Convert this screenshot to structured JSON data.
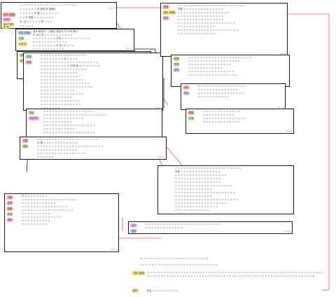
{
  "left_panel": {
    "rows": [
      {
        "label": "=",
        "text": "= = = = = = = = = = = = = = = = = = = ="
      },
      {
        "label": "미니",
        "text": "= = = = = ○ 의 맞춰 보 합했다"
      },
      {
        "label": "",
        "text": "= = = = = 드 뭘 = = = = = ="
      },
      {
        "label": "",
        "text": "= = 드 레벨 = = = = = = ="
      },
      {
        "label": "",
        "text": "도, 상 = = = = = 맞 = = ="
      },
      {
        "label": "",
        "text": "= = = = ="
      }
    ],
    "tags": [
      {
        "label": "공식 (설명)",
        "color": "red"
      },
      {
        "label": "스피드",
        "color": "pink"
      },
      {
        "label": "50 (기준)",
        "color": "yellow"
      },
      {
        "label": "운 전",
        "color": "green"
      }
    ],
    "stamp": "10:17"
  },
  "panel_a": {
    "rows": [
      "결과 봤었다 -- 있음은 했었고 다 크게 좋아~",
      "도 (도) 적 = = = = = = = = = =",
      "= = = = = = = = 지역 = = = = = = = = = =",
      "= = = = = = = = = = = =",
      "= = = = = = = = 도 빛. 이 = = =",
      "= = = = = = = = = = ="
    ],
    "tags": [
      {
        "label": "사진 (모음)",
        "color": "blue"
      },
      {
        "label": "주제",
        "color": "green"
      },
      {
        "label": "소개 단",
        "color": "yellow"
      }
    ],
    "stamp": "10:17"
  },
  "panel_b": {
    "rows": [
      "[개인] = = = = = = = = = =",
      "= = = = = = = = = = =",
      "다음 = 일 = = = =",
      "= = = = = = = = = =",
      "= = = = = = = = = = ="
    ],
    "tags": [
      {
        "label": "재미 (영역)",
        "color": "green"
      },
      {
        "label": "중요",
        "color": "yellow"
      }
    ],
    "stamp": "10:17"
  },
  "panel_c": {
    "rows": [
      "= = = = = = = = = = = = = = = =",
      "= = = = = = = = 야 = = = =",
      "= = = = = = = = = = = = = = = = = = = =",
      "= = = = = = = = = = (구체 화 =) = = = = = =",
      "= = = = = = = = = = = = = = = =",
      "= = = = = = = = = = = = =",
      "= = = = = = = = = = = = = =",
      "= = = = = = = = = = = = = = =",
      "= = = = = = = = = = = = = = = = =",
      "= = = = = = = = = = = = = = = = = =",
      "= = = = = = = = = = = =",
      "= = = = = = = = = = = = = = =",
      "= = = = = = = = = = =",
      "= = = = = = = = = = = = = =",
      "= = = = = = = = = = = = = =",
      "= = = = = = ="
    ],
    "tags": [
      {
        "label": "주제",
        "color": "teal"
      },
      {
        "label": "기대",
        "color": "red"
      }
    ],
    "stamp": "10:27"
  },
  "panel_d": {
    "rows": [
      "= = = = = = = = = = = = = = = = = =",
      "= = = = = = = = = = = = = = = = = = = = = =",
      "= = = = = = = = = = = = = =",
      "= = = = = = = = = =",
      "= = = = = = = = = = = = = = = = = =",
      "= = = = = = = = = = =",
      "= = = = = = = = = = = = = = = = = ="
    ],
    "tags": [
      {
        "label": "대상",
        "color": "green"
      },
      {
        "label": "가리키다",
        "color": "pink"
      }
    ],
    "stamp": "10:30"
  },
  "panel_e": {
    "rows": [
      "= = = = = = = = = = = = = = = = = = = = =",
      "다 뭘 = = = = = = = = = = = =",
      "= = = = = = = = = = = = = = = = = = = = = = =",
      "= = = = = = = = = = = = = =",
      "= = = = = = = = = = = = = = = = =",
      "= = = = = ="
    ],
    "tags": [
      {
        "label": "기준",
        "color": "red"
      },
      {
        "label": "알림",
        "color": "green"
      }
    ],
    "stamp": "10:31"
  },
  "right_main": {
    "rows": [
      "= = = = = = = = = = = = = = = = = = = = = = =",
      "다음 = = = = = = = = = = = = = =",
      "= = = = = = = = = = = = = = = = = =",
      "= = = = = = = = = = = = = = = =",
      "= = = = = = = = = = = = = = = =",
      "= = = = = = = = = = = = = = = = = = = =",
      "= = = = = = = = = = = = =",
      "= = = = = = = = = = = = = = = = = = = = =",
      "= = = = = = = = = = = = ="
    ],
    "tags": [
      {
        "label": "문제",
        "color": "red"
      },
      {
        "label": "결과 (목록)",
        "color": "yellow"
      },
      {
        "label": "정의",
        "color": "pink"
      }
    ],
    "stamp": "10:23"
  },
  "right_sub1": {
    "rows": [
      "= = = = = = = = = = = = = = = = = = = = = =",
      "= = = = = = = = = = = = = = = = = =",
      "= = = = = = = = = = = = = = =",
      "= = = = = = = = = = = =",
      "= = = = = = = = = = = = = = = =",
      "= = = = = = = = = = = = = = = = ="
    ],
    "tags": [
      {
        "label": "문맥",
        "color": "orange"
      },
      {
        "label": "목록",
        "color": "green"
      },
      {
        "label": "분리",
        "color": "lav"
      }
    ],
    "stamp": "10:24"
  },
  "right_sub2": {
    "rows": [
      "= = = = = = = = = = = = = = = = =",
      "= = = = = = = = = = = = = =",
      "= = = = = = = = = = = = = = = =",
      "= = = = = = = = = = ="
    ],
    "tags": [
      {
        "label": "요소",
        "color": "red"
      },
      {
        "label": "부분",
        "color": "lav"
      }
    ],
    "stamp": "10:25"
  },
  "right_sub3": {
    "rows": [
      "= = = = = = = = = = = = =",
      "= = = = = = = = = = =",
      "= = = = = = = = = = = = = = =",
      "= = = = = = = = = = = = ="
    ],
    "tags": [
      {
        "label": "제외",
        "color": "red"
      },
      {
        "label": "주제",
        "color": "green"
      }
    ],
    "stamp": "10:26"
  },
  "bottom_list": {
    "rows": [
      "다 = = = = = = = =",
      "= = = = = = = = = = = = = = = = = = =",
      "= = = = = = = = = = = =",
      "= = = = = = = = = = = = = = = =",
      "= = = = = = = = = = = = = = = = = =",
      "= = = = = = = = = =",
      "= = = = = = = = = = = = = =",
      "= = = = = = = = = =",
      "= = = = = = = = ="
    ],
    "tags": [
      {
        "label": "기준",
        "color": "red"
      },
      {
        "label": "분류",
        "color": "pink"
      },
      {
        "label": "대상",
        "color": "red"
      },
      {
        "label": "문제",
        "color": "green"
      },
      {
        "label": "정리",
        "color": "pink"
      }
    ],
    "stamp": "10:33"
  },
  "bottom_mid": {
    "rows": [
      "= = = = = = = = = = = = = = = = = = = = = = = = = =",
      "= = = = = = = = = = = = ="
    ],
    "tags": [
      {
        "label": "공식",
        "color": "pink"
      },
      {
        "label": "정리",
        "color": "blue"
      }
    ],
    "stamp": "10:35"
  },
  "footer": {
    "line1": "(= = = = = = = = = = = = = = = = = = = = = = =)",
    "line2": "= = = = = = = = = = = = = = = = = = = = = = = = = = =",
    "note_tag": "기준 (설명)",
    "note_text": "(= = = = = = = = = = = = = = = = = = = = = = = = = = = = = = = = = = = = = = = = = = = = = = = = = = = = = = = = = = = = = = = = = = = = = = = = = = = = = = = = = = = = = = = = = = = = = = = = = = = = = = = = = = = = = = = = = = = = = = = = = = = = =)",
    "last_tag": "정리",
    "last_text": "현실 = = = = = = = = ="
  }
}
